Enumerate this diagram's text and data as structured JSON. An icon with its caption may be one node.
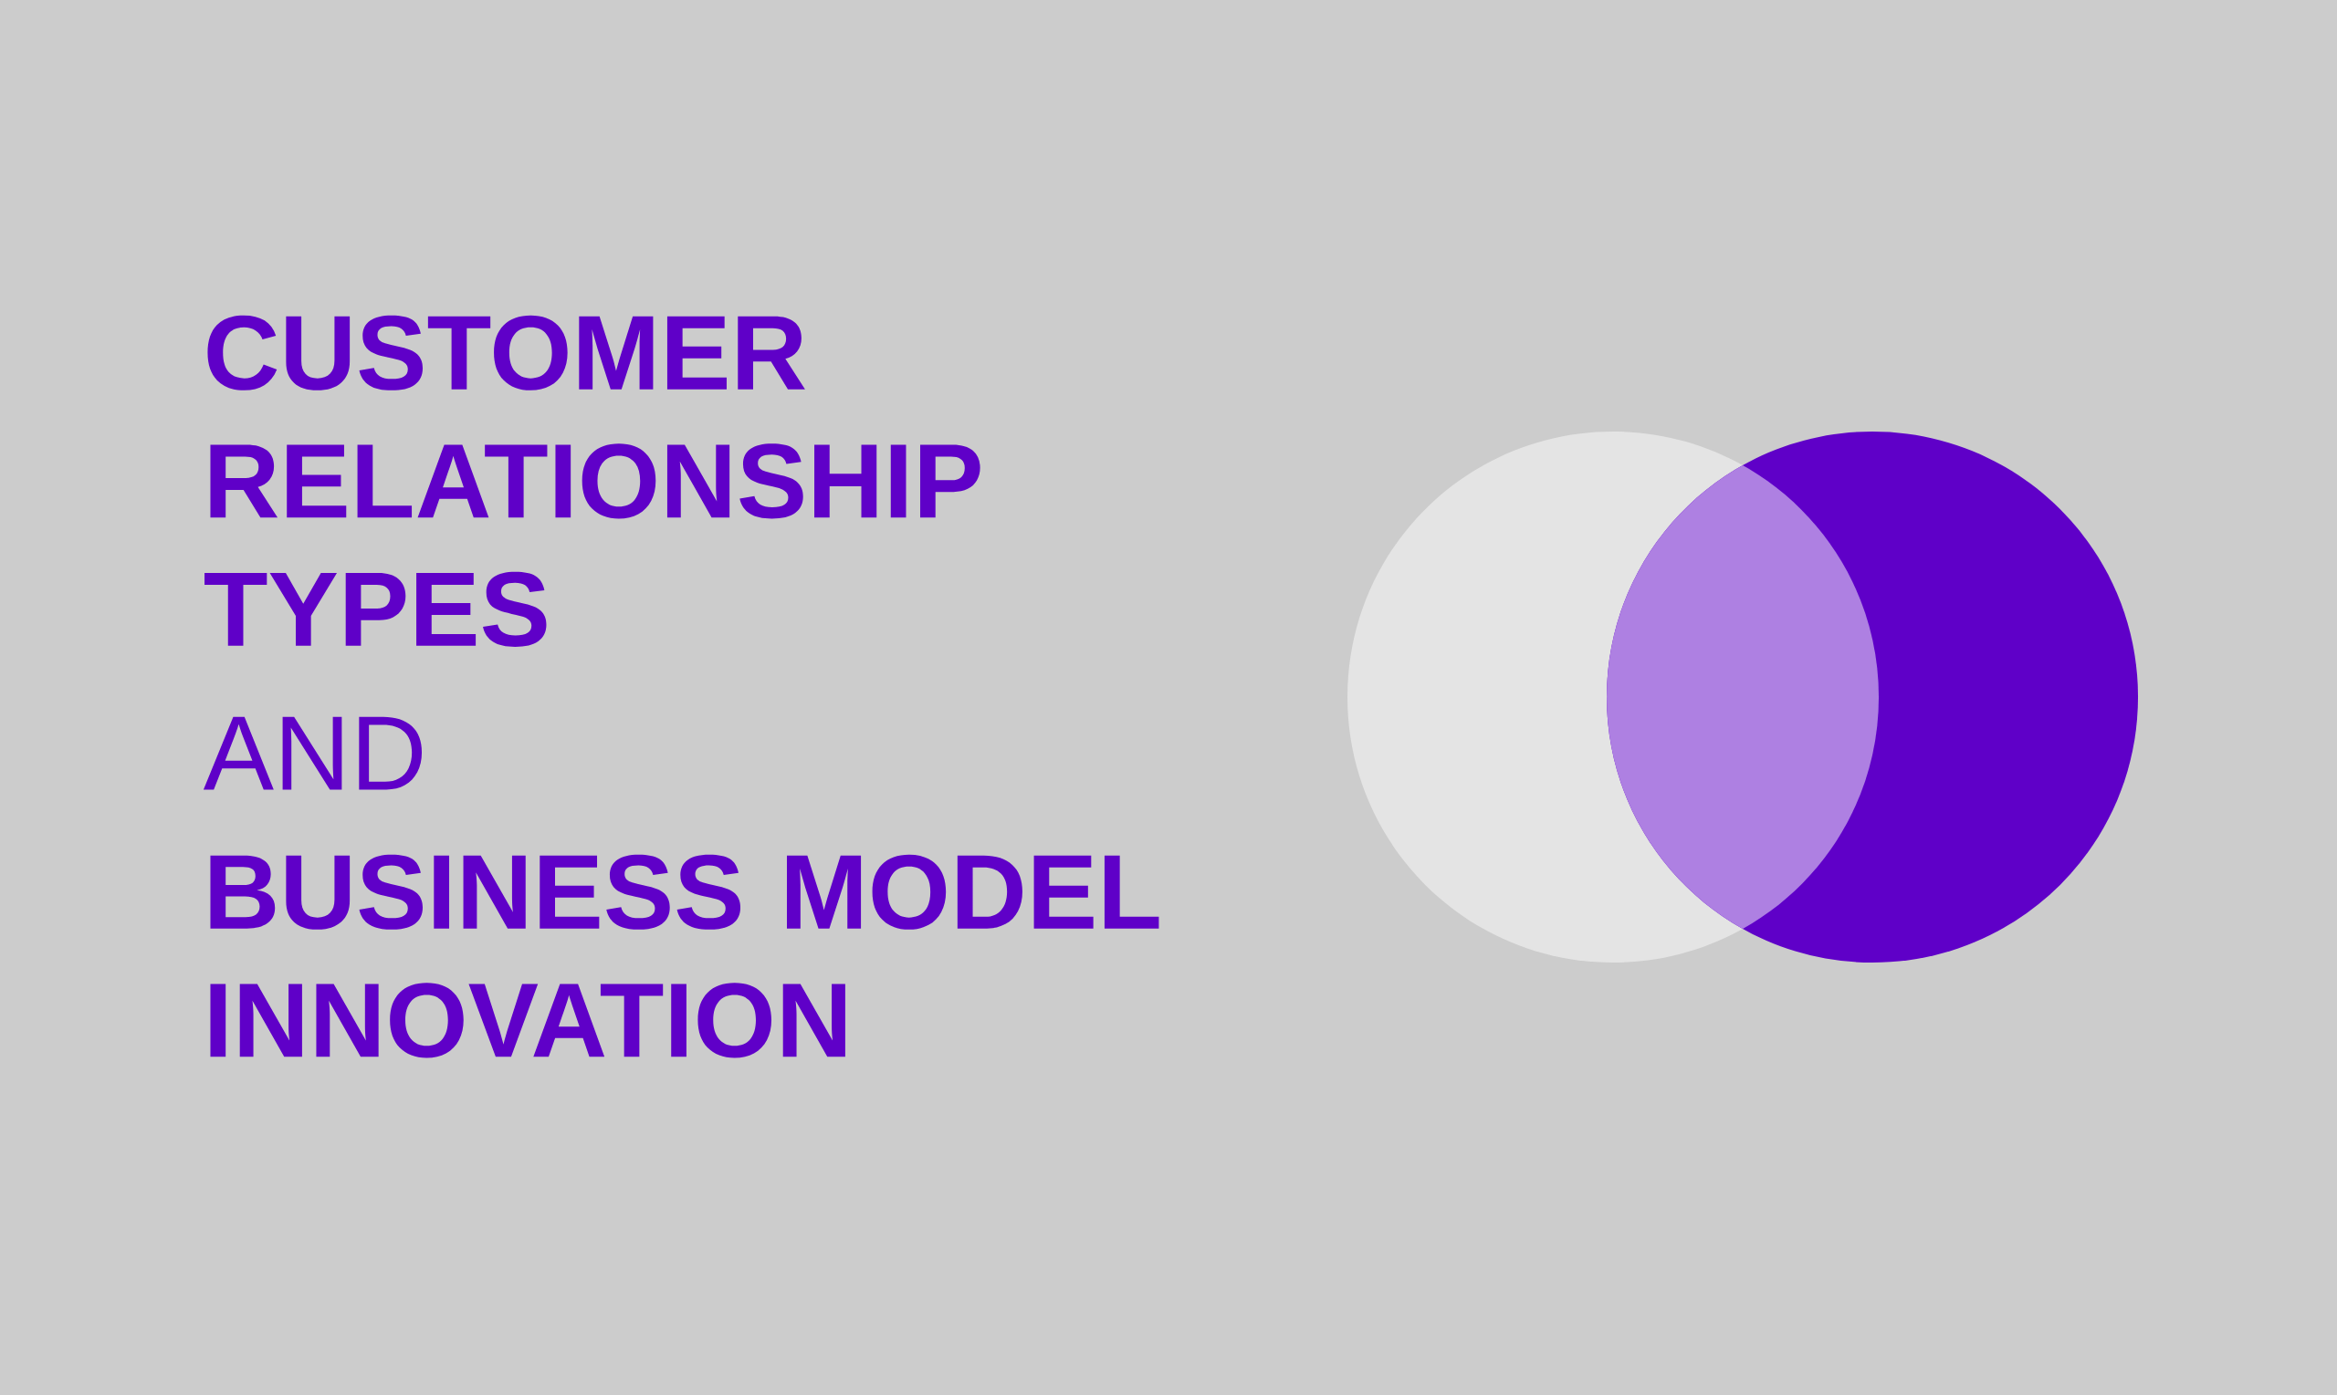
{
  "diagram": {
    "labels": [
      "CUSTOMER RELATIONSHIP TYPES",
      "AND",
      "BUSINESS MODEL INNOVATION"
    ]
  }
}
